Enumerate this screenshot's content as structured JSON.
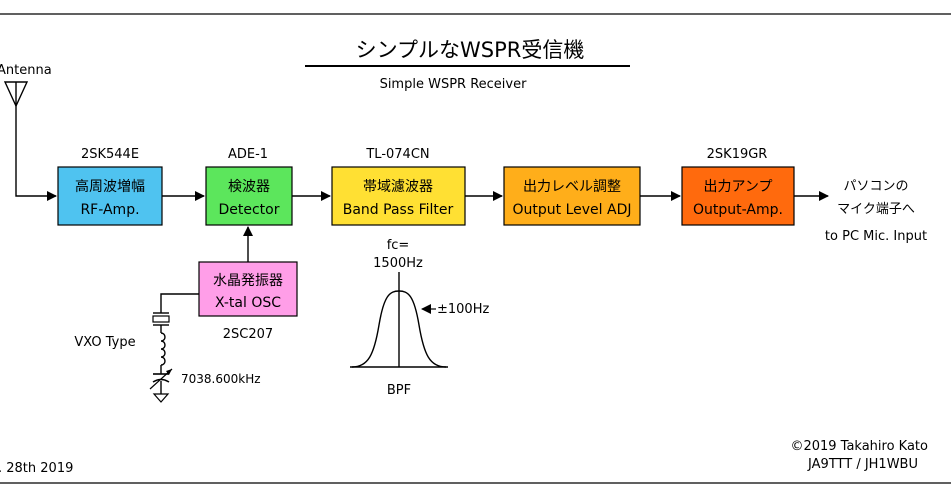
{
  "title": "シンプルなWSPR受信機",
  "subtitle": "Simple WSPR Receiver",
  "antenna_label": "Antenna",
  "blocks": [
    {
      "part": "2SK544E",
      "line1": "高周波増幅",
      "line2": "RF-Amp.",
      "color": "#4fc3f0"
    },
    {
      "part": "ADE-1",
      "line1": "検波器",
      "line2": "Detector",
      "color": "#5ce65c"
    },
    {
      "part": "TL-074CN",
      "line1": "帯域濾波器",
      "line2": "Band Pass Filter",
      "color": "#ffe033"
    },
    {
      "part": "",
      "line1": "出力レベル調整",
      "line2": "Output Level ADJ",
      "color": "#ffae1a"
    },
    {
      "part": "2SK19GR",
      "line1": "出力アンプ",
      "line2": "Output-Amp.",
      "color": "#ff6a0d"
    }
  ],
  "osc": {
    "line1": "水晶発振器",
    "line2": "X-tal OSC",
    "part": "2SC207",
    "color": "#ff9ee8"
  },
  "output_label": {
    "line1": "パソコンの",
    "line2": "マイク端子へ",
    "line3": "to PC Mic. Input"
  },
  "vxo_label": "VXO Type",
  "frequency": "7038.600kHz",
  "frequency_color": "#c0392b",
  "bpf": {
    "fc_label": "fc=",
    "fc_value": "1500Hz",
    "bandwidth": "±100Hz",
    "caption": "BPF"
  },
  "footer_left": ". 28th 2019",
  "footer_right": {
    "line1": "©2019  Takahiro Kato",
    "line2": "JA9TTT  /  JH1WBU"
  }
}
